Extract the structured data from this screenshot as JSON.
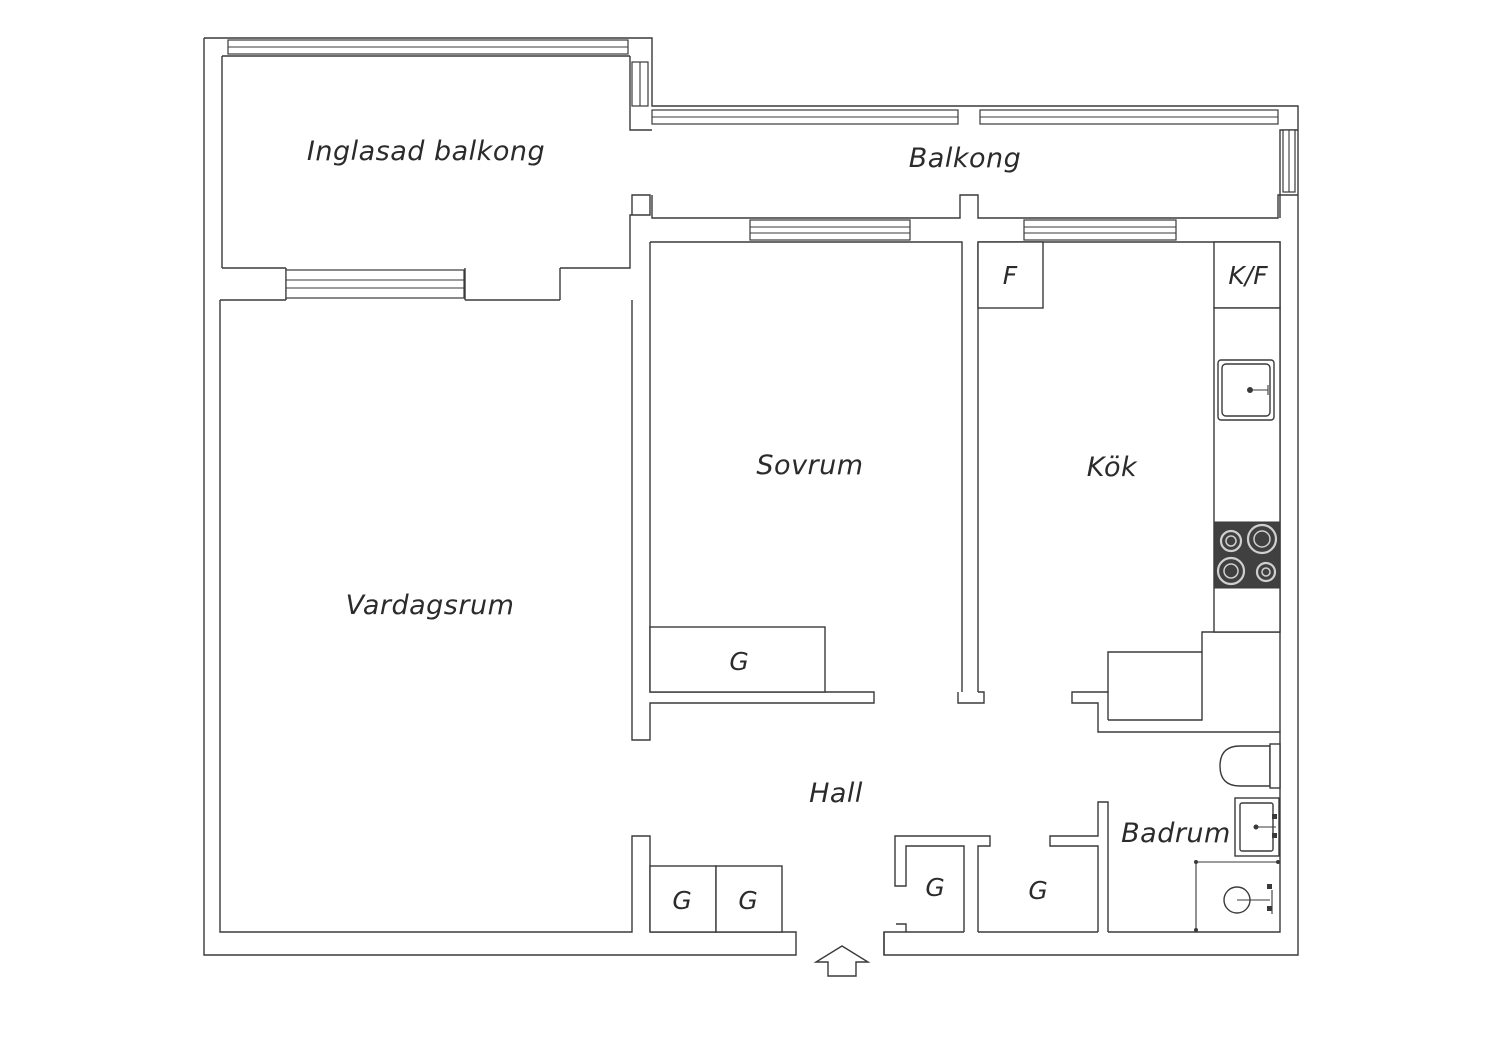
{
  "floorplan": {
    "rooms": {
      "inglasad_balkong": "Inglasad balkong",
      "balkong": "Balkong",
      "sovrum": "Sovrum",
      "kok": "Kök",
      "vardagsrum": "Vardagsrum",
      "hall": "Hall",
      "badrum": "Badrum"
    },
    "fixtures": {
      "freezer": "F",
      "fridge_freezer": "K/F",
      "closet": "G"
    },
    "icons": {
      "entrance": "arrow-up-icon",
      "sink": "sink-icon",
      "stove": "stove-icon",
      "toilet": "toilet-icon",
      "washbasin": "washbasin-icon",
      "shower": "shower-icon"
    }
  }
}
